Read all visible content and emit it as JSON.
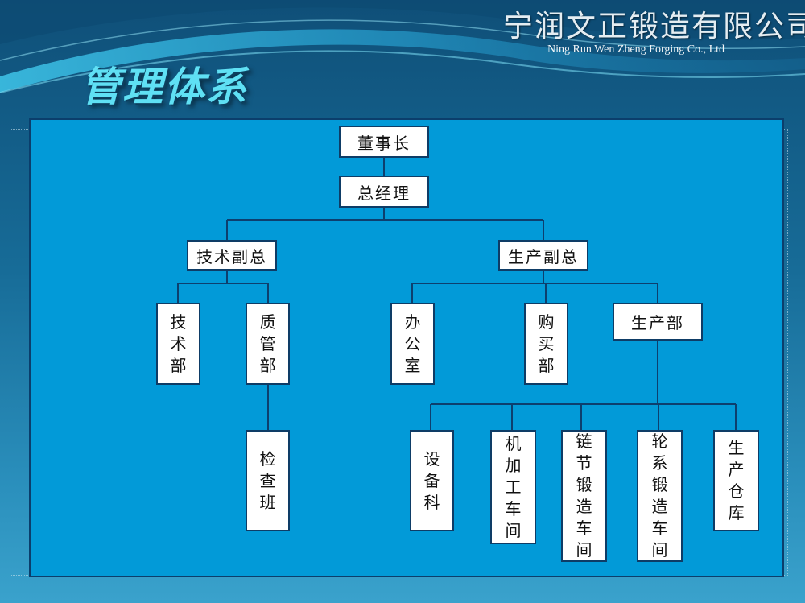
{
  "header": {
    "company_name_cn": "宁润文正锻造有限公司",
    "company_name_en": "Ning Run Wen Zheng Forging Co., Ltd"
  },
  "slide": {
    "title": "管理体系"
  },
  "org_chart": {
    "chairman": "董事长",
    "general_manager": "总经理",
    "tech_vp": "技术副总",
    "production_vp": "生产副总",
    "tech_dept": "技术部",
    "quality_dept": "质管部",
    "inspection_team": "检查班",
    "office": "办公室",
    "purchasing_dept": "购买部",
    "production_dept": "生产部",
    "equipment_section": "设备科",
    "machining_workshop": "机加工车间",
    "chain_forging_workshop": "链节锻造车间",
    "wheel_forging_workshop": "轮系锻造车间",
    "production_warehouse": "生产仓库"
  }
}
